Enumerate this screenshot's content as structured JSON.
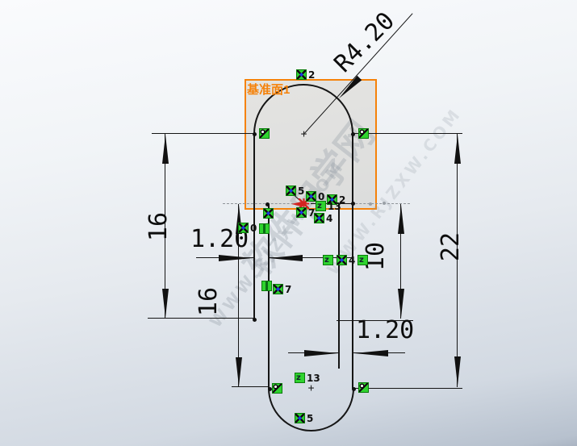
{
  "plane": {
    "label": "基准面1"
  },
  "dims": {
    "radius": "R4.20",
    "height_left": "16",
    "height_left_inner": "16",
    "height_right": "22",
    "height_right_inner": "10",
    "offset_top": "1.20",
    "offset_bottom": "1.20"
  },
  "markers": [
    {
      "label": "2"
    },
    {
      "label": ""
    },
    {
      "label": ""
    },
    {
      "label": "5"
    },
    {
      "label": "0"
    },
    {
      "label": "2"
    },
    {
      "label": "13"
    },
    {
      "label": "7"
    },
    {
      "label": "4"
    },
    {
      "label": ""
    },
    {
      "label": "0"
    },
    {
      "label": ""
    },
    {
      "label": ""
    },
    {
      "label": "7"
    },
    {
      "label": ""
    },
    {
      "label": "4"
    },
    {
      "label": ""
    },
    {
      "label": "13"
    },
    {
      "label": ""
    },
    {
      "label": ""
    },
    {
      "label": "5"
    }
  ],
  "icons": {
    "z_glyph": "z",
    "plus_glyph": "+"
  },
  "watermark": {
    "line1": "软件自学网",
    "line2": "WWW.RJZXW.COM"
  },
  "colors": {
    "plane_accent": "#f5820a",
    "marker_green": "#2fd32f",
    "origin_red": "#d42420",
    "sketch_line": "#151515"
  }
}
